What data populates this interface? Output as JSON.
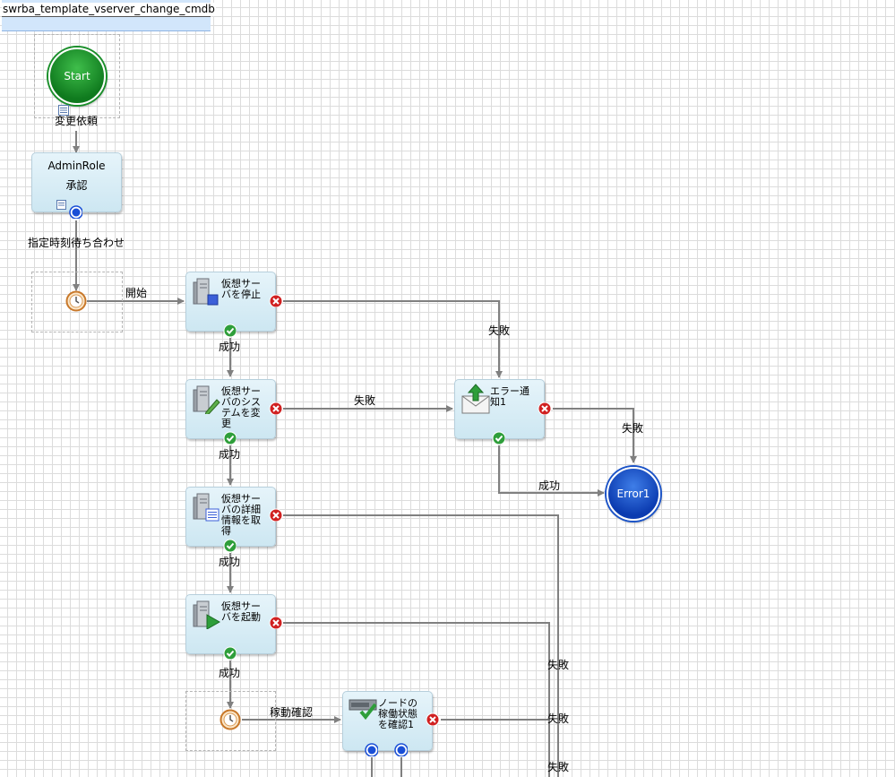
{
  "workflow": {
    "title": "swrba_template_vserver_change_cmdb",
    "start_label": "Start",
    "start_form_label": "変更依頼",
    "approval": {
      "role": "AdminRole",
      "action": "承認"
    },
    "wait_label": "指定時刻待ち合わせ",
    "start_edge_label": "開始",
    "check_edge_label": "稼動確認",
    "success_label": "成功",
    "fail_label": "失敗",
    "tasks": {
      "stop": "仮想サーバを停止",
      "change": "仮想サーバのシステムを変更",
      "detail": "仮想サーバの詳細情報を取得",
      "boot": "仮想サーバを起動",
      "node_check": "ノードの稼働状態を確認1",
      "error_notice": "エラー通知1"
    },
    "error_end": "Error1"
  },
  "colors": {
    "success": "#2e9e3a",
    "fail": "#d02020",
    "port": "#1a4fd6",
    "node_fill": "#d6ecf6"
  }
}
